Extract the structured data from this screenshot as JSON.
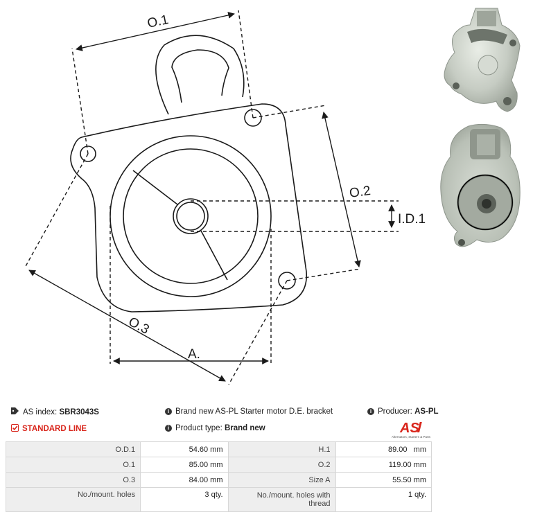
{
  "drawing": {
    "label_o1": "O.1",
    "label_o2": "O.2",
    "label_o3": "O.3",
    "label_id1": "I.D.1",
    "label_a": "A."
  },
  "info": {
    "as_index_label": "AS index:",
    "as_index_value": "SBR3043S",
    "description": "Brand new AS-PL Starter motor D.E. bracket",
    "producer_label": "Producer:",
    "producer_value": "AS-PL",
    "standard_line": "STANDARD LINE",
    "product_type_label": "Product type:",
    "product_type_value": "Brand new"
  },
  "logo": {
    "mark": "AS",
    "tagline": "Alternators, Starters & Parts"
  },
  "specs": [
    {
      "label1": "O.D.1",
      "value1": "54.60 mm",
      "label2": "H.1",
      "value2": "89.00   mm"
    },
    {
      "label1": "O.1",
      "value1": "85.00 mm",
      "label2": "O.2",
      "value2": "119.00 mm"
    },
    {
      "label1": "O.3",
      "value1": "84.00 mm",
      "label2": "Size A",
      "value2": "55.50 mm"
    },
    {
      "label1": "No./mount. holes",
      "value1": "3 qty.",
      "label2": "No./mount. holes with thread",
      "value2": "1 qty."
    }
  ],
  "colors": {
    "accent_red": "#d9261c",
    "table_label_bg": "#eeeeee",
    "table_border": "#d7d7d7"
  }
}
